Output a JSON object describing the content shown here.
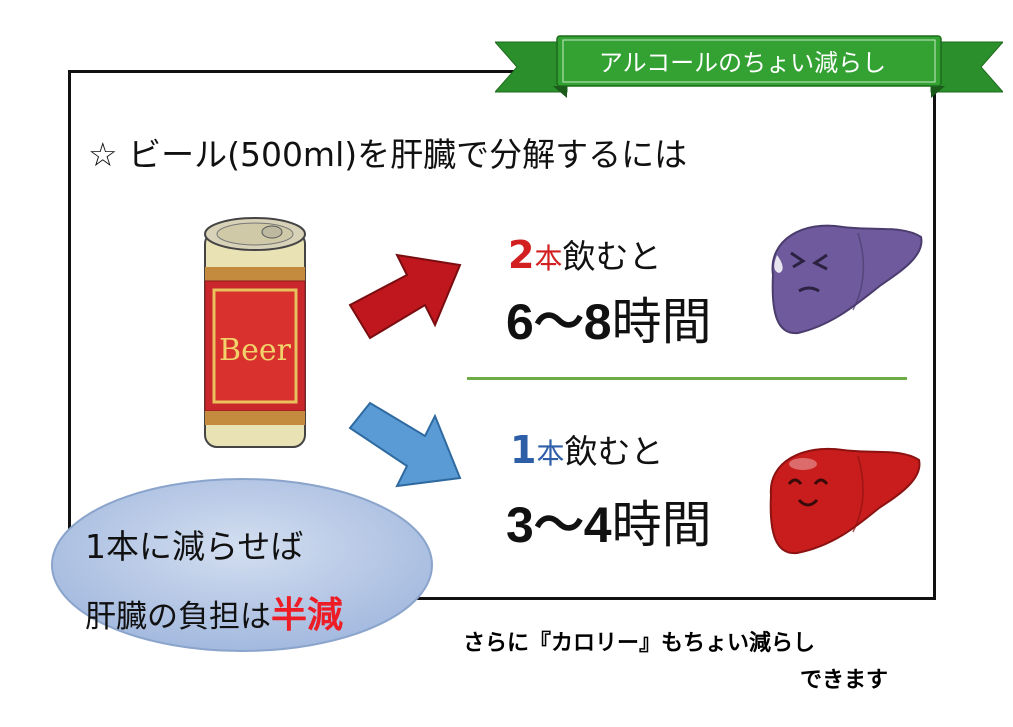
{
  "ribbon": {
    "label": "アルコールのちょい減らし",
    "color": "#2e9b2e"
  },
  "heading": {
    "text": "☆ ビール(500ml)を肝臓で分解するには"
  },
  "can": {
    "label": "Beer"
  },
  "scenario_two": {
    "count": "2",
    "unit": "本",
    "verb": "飲むと",
    "time_range": "6～8",
    "time_unit": "時間",
    "accent": "#d21f1f"
  },
  "scenario_one": {
    "count": "1",
    "unit": "本",
    "verb": "飲むと",
    "time_range": "3～4",
    "time_unit": "時間",
    "accent": "#2e5ea8"
  },
  "bubble": {
    "line1": "1本に減らせば",
    "line2_prefix": "肝臓の負担は",
    "line2_highlight": "半減"
  },
  "note": {
    "line1": "さらに『カロリー』もちょい減らし",
    "line2": "できます"
  }
}
